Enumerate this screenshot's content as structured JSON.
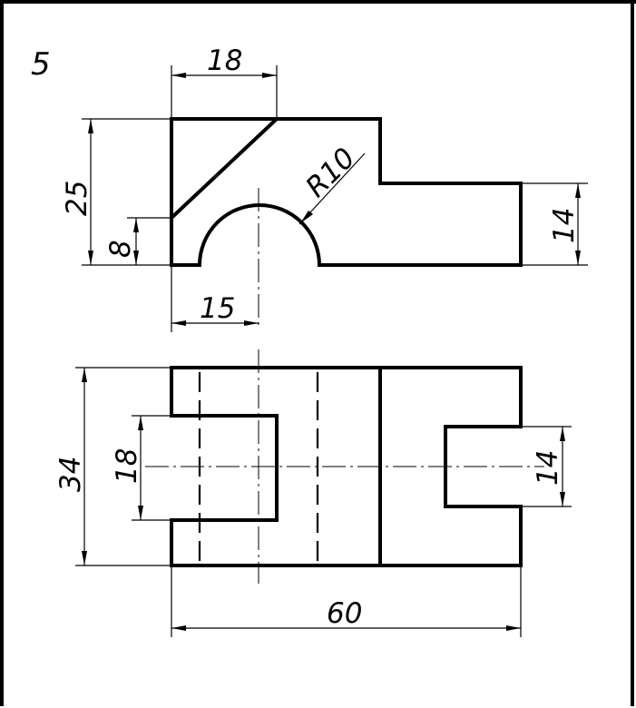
{
  "drawing": {
    "number": "5",
    "dimensions": {
      "top_width": "18",
      "total_height": "25",
      "chamfer_height": "8",
      "radius": "R10",
      "right_step_height": "14",
      "center_offset": "15",
      "depth": "34",
      "slot_width": "18",
      "notch_width": "14",
      "total_length": "60"
    }
  }
}
